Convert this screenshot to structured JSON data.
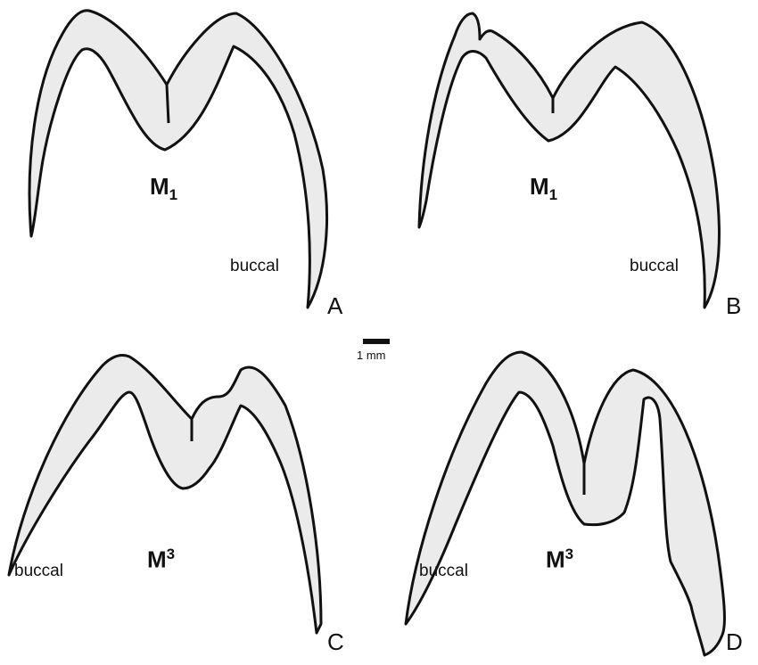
{
  "panels": [
    {
      "letter": "A",
      "tooth": "M",
      "index": "1",
      "side_label": "buccal"
    },
    {
      "letter": "B",
      "tooth": "M",
      "index": "1",
      "side_label": "buccal"
    },
    {
      "letter": "C",
      "tooth": "M",
      "index": "3",
      "side_label": "buccal"
    },
    {
      "letter": "D",
      "tooth": "M",
      "index": "3",
      "side_label": "buccal"
    }
  ],
  "scale_bar": {
    "label": "1 mm"
  },
  "colors": {
    "outline": "#111111",
    "fill": "#ebebeb"
  }
}
